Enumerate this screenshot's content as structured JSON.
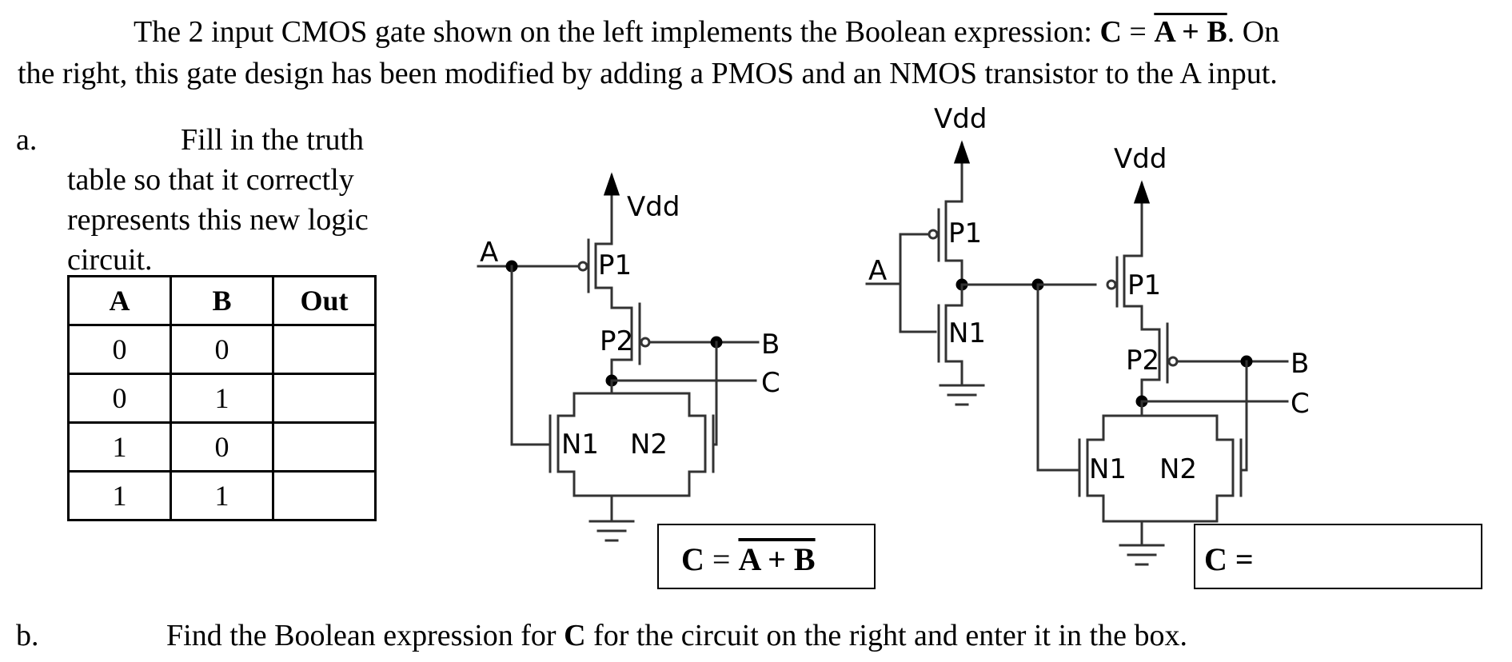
{
  "intro": {
    "line1_pre": "The 2 input CMOS gate shown on the left implements the Boolean expression: ",
    "expr_c": "C",
    "expr_eq": " = ",
    "expr_rhs": "A + B",
    "line1_post": ".  On",
    "line2": "the right, this gate design has been modified by adding a PMOS and an NMOS transistor to the A input."
  },
  "part_a": {
    "marker": "a.",
    "line1": "Fill in the truth",
    "line2": "table so that it correctly",
    "line3": "represents this new logic",
    "line4": "circuit."
  },
  "truth_table": {
    "headers": [
      "A",
      "B",
      "Out"
    ],
    "rows": [
      [
        "0",
        "0",
        ""
      ],
      [
        "0",
        "1",
        ""
      ],
      [
        "1",
        "0",
        ""
      ],
      [
        "1",
        "1",
        ""
      ]
    ]
  },
  "left_circuit": {
    "vdd": "Vdd",
    "input_a": "A",
    "input_b": "B",
    "output_c": "C",
    "p1": "P1",
    "p2": "P2",
    "n1": "N1",
    "n2": "N2"
  },
  "right_circuit": {
    "vdd_inv": "Vdd",
    "vdd_gate": "Vdd",
    "input_a": "A",
    "input_b": "B",
    "output_c": "C",
    "inv_p1": "P1",
    "inv_n1": "N1",
    "p1": "P1",
    "p2": "P2",
    "n1": "N1",
    "n2": "N2"
  },
  "left_box": {
    "c": "C",
    "eq": " = ",
    "rhs": "A + B"
  },
  "right_box": {
    "text": "C ="
  },
  "part_b": {
    "marker": "b.",
    "pre": "Find the Boolean expression for ",
    "c": "C",
    "post": " for the circuit on the right and enter it in the box."
  }
}
